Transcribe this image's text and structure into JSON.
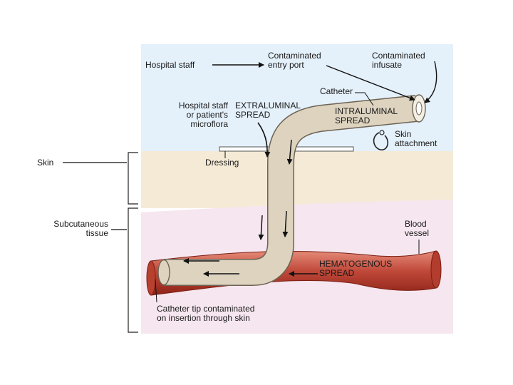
{
  "labels": {
    "hospital_staff": "Hospital staff",
    "contaminated_entry_port": "Contaminated\nentry port",
    "contaminated_infusate": "Contaminated\ninfusate",
    "catheter": "Catheter",
    "hospital_staff_microflora": "Hospital staff\nor patient's\nmicroflora",
    "extraluminal_spread": "EXTRALUMINAL\nSPREAD",
    "intraluminal_spread": "INTRALUMINAL\nSPREAD",
    "skin_attachment": "Skin\nattachment",
    "dressing": "Dressing",
    "skin": "Skin",
    "subcutaneous_tissue": "Subcutaneous\ntissue",
    "blood_vessel": "Blood\nvessel",
    "hematogenous_spread": "HEMATOGENOUS\nSPREAD",
    "catheter_tip": "Catheter tip contaminated\non insertion through skin"
  },
  "colors": {
    "air": "#e4f0fa",
    "skin": "#f5ead6",
    "subcutaneous": "#f6e6ef",
    "catheter_fill": "#ddd3bf",
    "vessel": "#c0493a"
  }
}
